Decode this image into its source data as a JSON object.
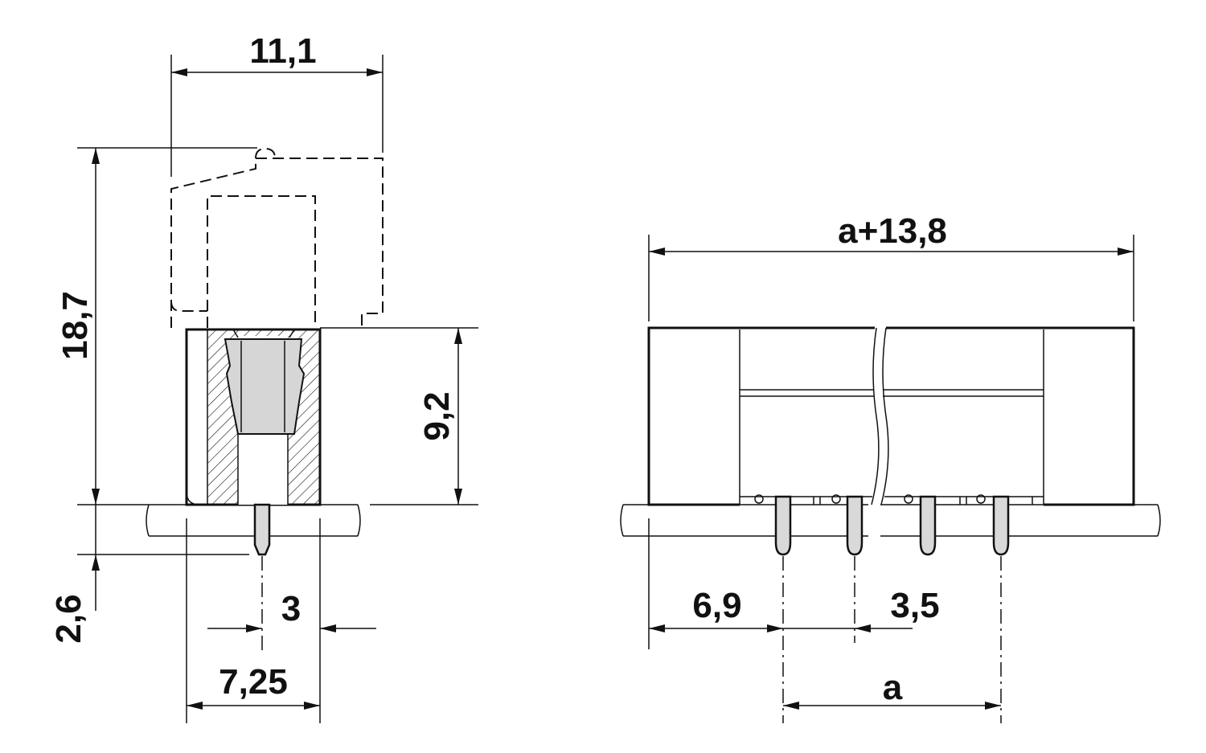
{
  "dimensions": {
    "side_width": "11,1",
    "total_height": "18,7",
    "body_height": "9,2",
    "pin_length": "2,6",
    "pin_offset": "3",
    "footprint_width": "7,25",
    "overall_length": "a+13,8",
    "edge_to_pin": "6,9",
    "pin_pitch": "3,5",
    "pin_span": "a"
  }
}
